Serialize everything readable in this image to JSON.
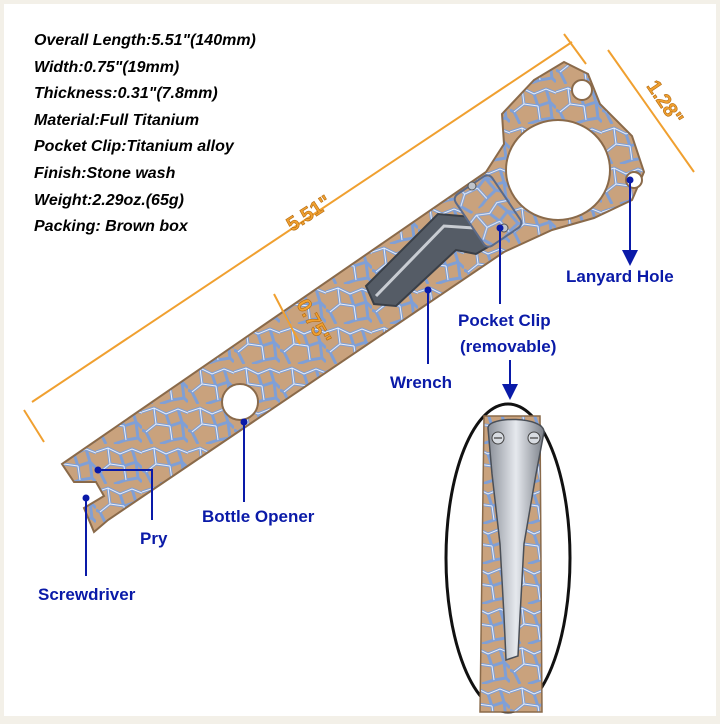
{
  "specs": [
    "Overall Length:5.51\"(140mm)",
    "Width:0.75\"(19mm)",
    "Thickness:0.31\"(7.8mm)",
    "Material:Full Titanium",
    "Pocket Clip:Titanium alloy",
    "Finish:Stone wash",
    "Weight:2.29oz.(65g)",
    "Packing: Brown box"
  ],
  "dimensions": {
    "length": "5.51\"",
    "width": "0.75\"",
    "head": "1.28\""
  },
  "callouts": {
    "lanyard_hole": "Lanyard Hole",
    "pocket_clip_1": "Pocket Clip",
    "pocket_clip_2": "(removable)",
    "wrench": "Wrench",
    "bottle_opener": "Bottle Opener",
    "pry": "Pry",
    "screwdriver": "Screwdriver"
  },
  "colors": {
    "label_blue": "#0a1aa8",
    "dimension_orange": "#f0a030",
    "titanium_bronze": "#c9a27d",
    "titanium_blue": "#7f9fd6",
    "background": "#f3f0e8"
  }
}
